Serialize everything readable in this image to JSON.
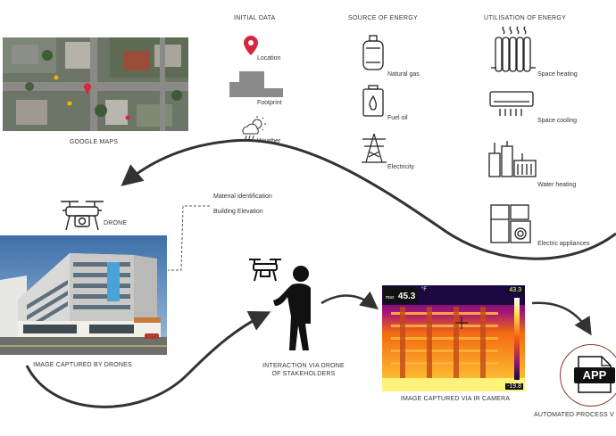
{
  "headers": {
    "initial_data": "INITIAL DATA",
    "source_of_energy": "SOURCE OF ENERGY",
    "utilisation_of_energy": "UTILISATION OF ENERGY"
  },
  "initial_data": {
    "location": "Location",
    "footprint": "Footprint",
    "weather": "Weather"
  },
  "sources": {
    "natural_gas": "Natural gas",
    "fuel_oil": "Fuel oil",
    "electricity": "Electricity"
  },
  "uses": {
    "space_heating": "Space heating",
    "space_cooling": "Space cooling",
    "water_heating": "Water heating",
    "electric_appliances": "Electric appliances"
  },
  "captions": {
    "google_maps": "GOOGLE MAPS",
    "drone": "DRONE",
    "material_identification": "Material identification",
    "building_elevation": "Building Elevation",
    "image_by_drones": "IMAGE CAPTURED BY DRONES",
    "interaction_line1": "INTERACTION VIA DRONE",
    "interaction_line2": "OF STAKEHOLDERS",
    "ir_caption": "IMAGE CAPTURED VIA IR CAMERA",
    "automated": "AUTOMATED PROCESS V"
  },
  "ir": {
    "max_tag": "max",
    "max_value": "45.3",
    "unit": "°F",
    "scale_top": "43.3",
    "scale_bottom": "-19.8"
  },
  "app_label": "APP",
  "colors": {
    "ink": "#222222",
    "marker_red": "#d7263d",
    "app_ring": "#8b3a2a",
    "sky": "#4f7fb8"
  }
}
